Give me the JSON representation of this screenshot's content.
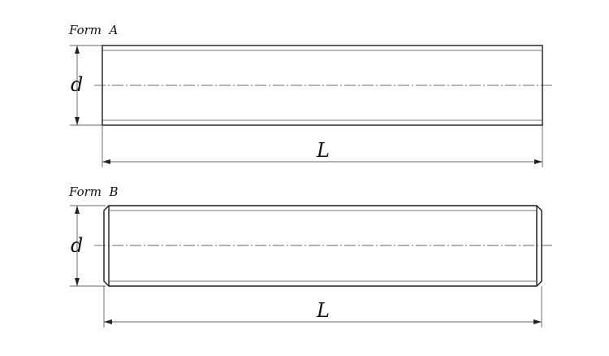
{
  "form_a": {
    "title": "Form  A",
    "diameter_label": "d",
    "length_label": "L"
  },
  "form_b": {
    "title": "Form  B",
    "diameter_label": "d",
    "length_label": "L"
  }
}
